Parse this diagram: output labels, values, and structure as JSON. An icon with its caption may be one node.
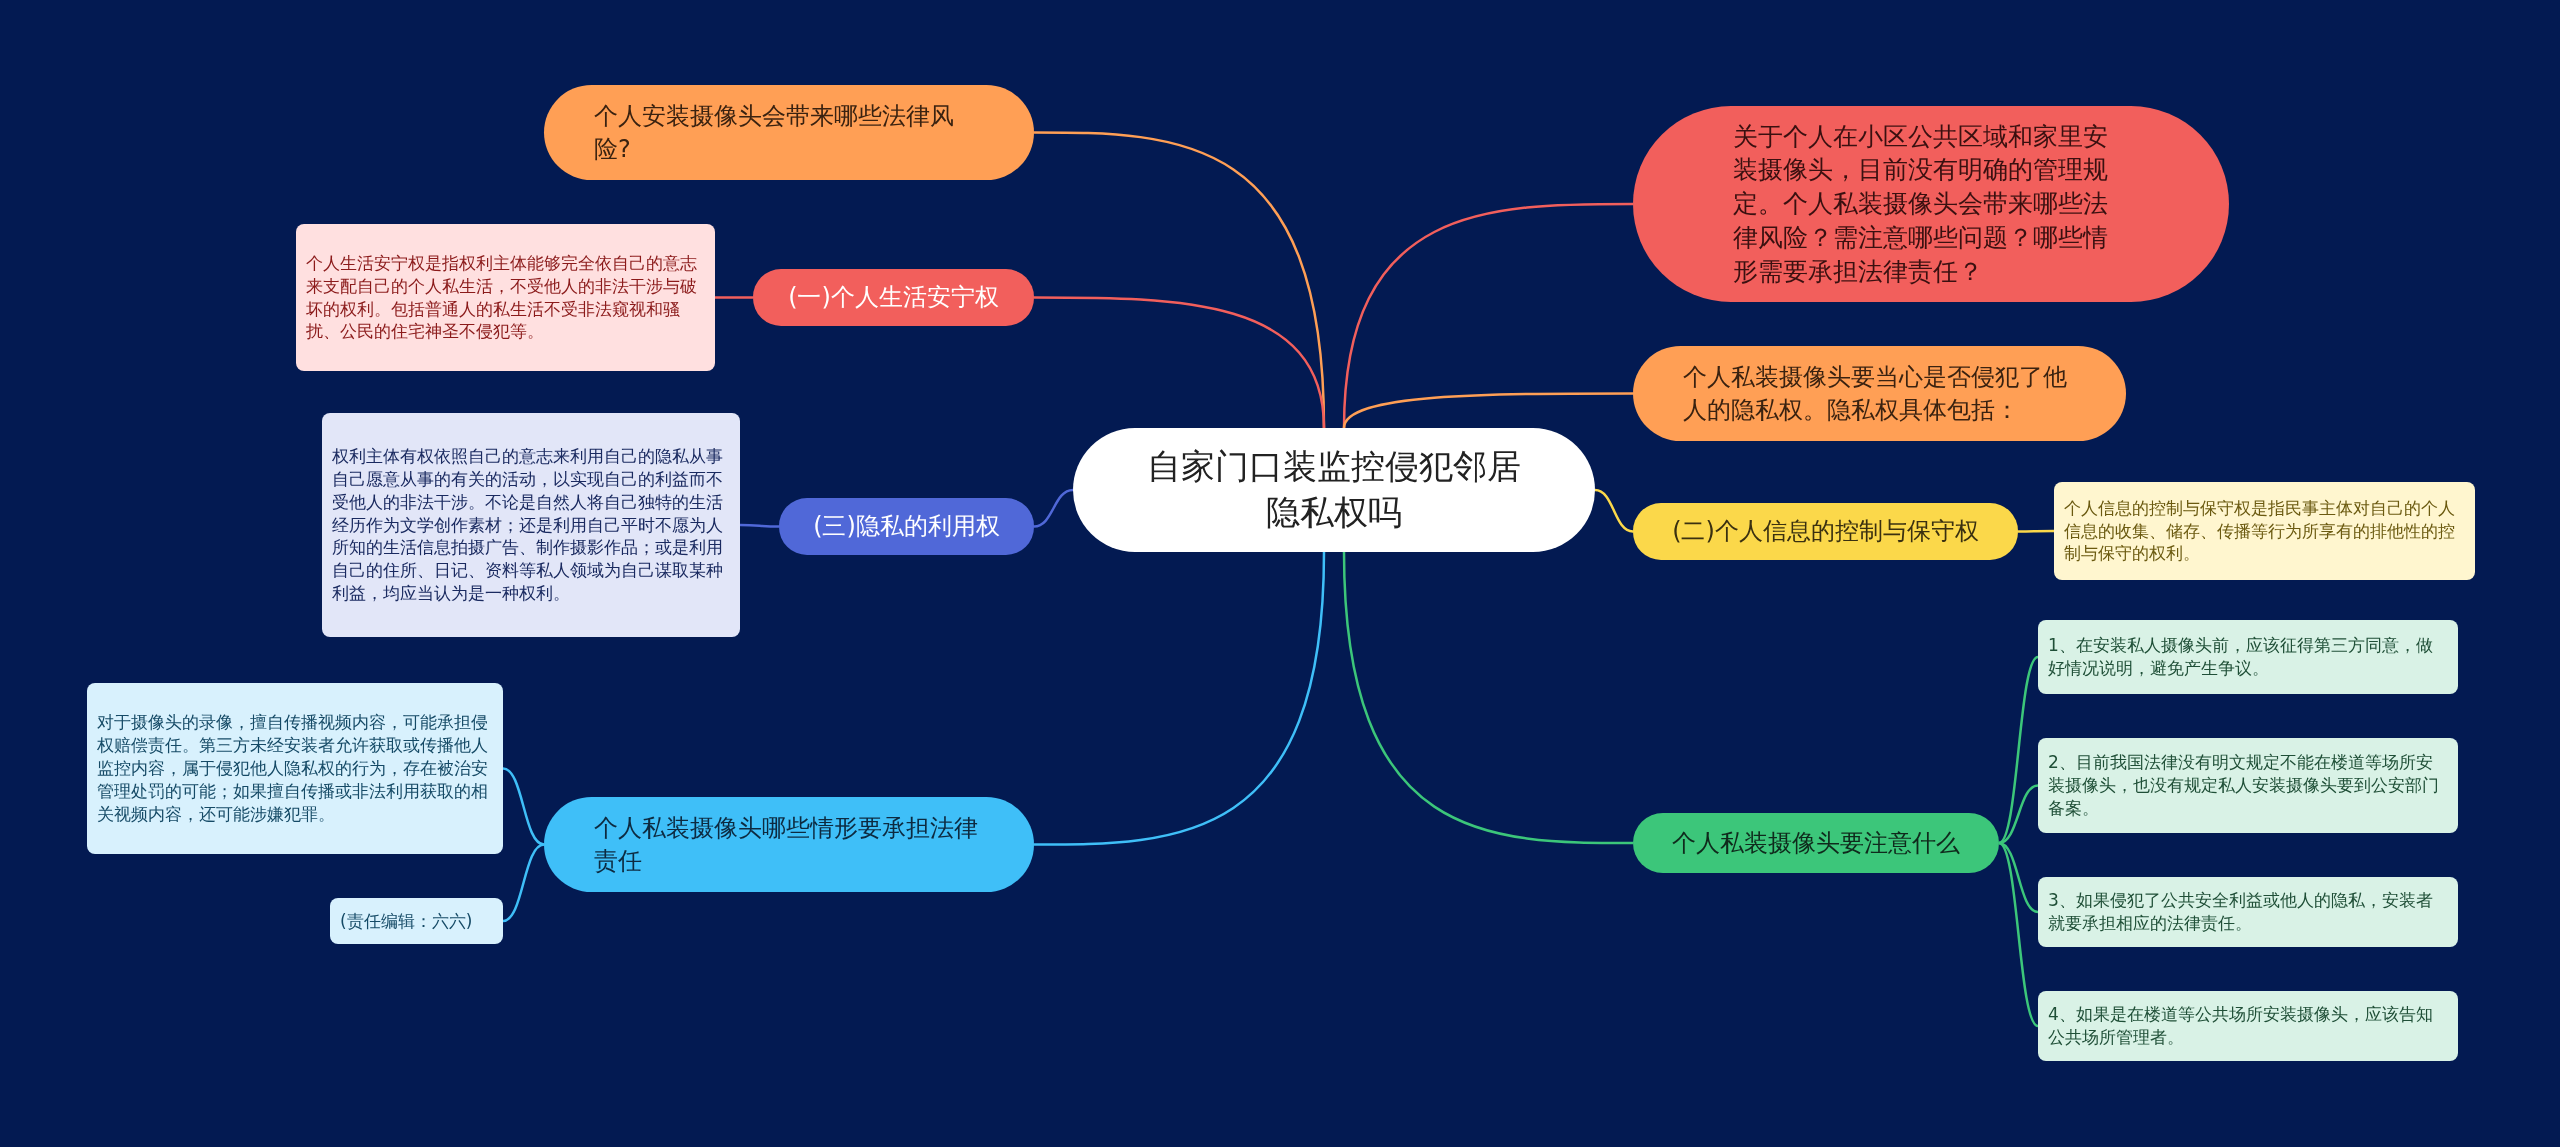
{
  "diagram": {
    "nodes": [
      {
        "text": [
          "自家门口装监控侵犯邻居隐私权吗"
        ]
      },
      {
        "text": [
          "关于个人在小区公共区域和家里安装摄像头，目前没有明确的管理规定。个人私装摄像头会带来哪些法律风险？需注意哪些问题？哪些情形需要承担法律责任？"
        ]
      },
      {
        "text": [
          "个人私装摄像头要当心是否侵犯了他人的隐私权。隐私权具体包括："
        ]
      },
      {
        "text": [
          "(二)个人信息的控制与保守权"
        ]
      },
      {
        "text": [
          "个人信息的控制与保守权是指民事主体对自己的个人信息的收集、储存、传播等行为所享有的排他性的控制与保守的权利。"
        ]
      },
      {
        "text": [
          "个人私装摄像头要注意什么"
        ]
      },
      {
        "text": [
          "1、在安装私人摄像头前，应该征得第三方同意，做好情况说明，避免产生争议。"
        ]
      },
      {
        "text": [
          "2、目前我国法律没有明文规定不能在楼道等场所安装摄像头，也没有规定私人安装摄像头要到公安部门备案。"
        ]
      },
      {
        "text": [
          "3、如果侵犯了公共安全利益或他人的隐私，安装者就要承担相应的法律责任。"
        ]
      },
      {
        "text": [
          "4、如果是在楼道等公共场所安装摄像头，应该告知公共场所管理者。"
        ]
      },
      {
        "text": [
          "个人安装摄像头会带来哪些法律风险?"
        ]
      },
      {
        "text": [
          "(一)个人生活安宁权"
        ]
      },
      {
        "text": [
          "个人生活安宁权是指权利主体能够完全依自己的意志来支配自己的个人私生活，不受他人的非法干涉与破坏的权利。包括普通人的私生活不受非法窥视和骚扰、公民的住宅神圣不侵犯等。"
        ]
      },
      {
        "text": [
          "(三)隐私的利用权"
        ]
      },
      {
        "text": [
          "权利主体有权依照自己的意志来利用自己的隐私从事自己愿意从事的有关的活动，以实现自己的利益而不受他人的非法干涉。不论是自然人将自己独特的生活经历作为文学创作素材；还是利用自己平时不愿为人所知的生活信息拍摄广告、制作摄影作品；或是利用自己的住所、日记、资料等私人领域为自己谋取某种利益，均应当认为是一种权利。"
        ]
      },
      {
        "text": [
          "个人私装摄像头哪些情形要承担法律责任"
        ]
      },
      {
        "text": [
          "对于摄像头的录像，擅自传播视频内容，可能承担侵权赔偿责任。第三方未经安装者允许获取或传播他人监控内容，属于侵犯他人隐私权的行为，存在被治安管理处罚的可能；如果擅自传播或非法利用获取的相关视频内容，还可能涉嫌犯罪。"
        ]
      },
      {
        "text": [
          "(责任编辑：六六)"
        ]
      }
    ],
    "edges": [
      {
        "from": 0,
        "to": 1,
        "arrow": "none",
        "color": "#f25f5c"
      },
      {
        "from": 0,
        "to": 2,
        "arrow": "none",
        "color": "#ff9f55"
      },
      {
        "from": 0,
        "to": 3,
        "arrow": "none",
        "color": "#fbd84a"
      },
      {
        "from": 3,
        "to": 4,
        "arrow": "none",
        "color": "#fbd84a"
      },
      {
        "from": 0,
        "to": 5,
        "arrow": "none",
        "color": "#3cc67a"
      },
      {
        "from": 5,
        "to": 6,
        "arrow": "none",
        "color": "#3cc67a"
      },
      {
        "from": 5,
        "to": 7,
        "arrow": "none",
        "color": "#3cc67a"
      },
      {
        "from": 5,
        "to": 8,
        "arrow": "none",
        "color": "#3cc67a"
      },
      {
        "from": 5,
        "to": 9,
        "arrow": "none",
        "color": "#3cc67a"
      },
      {
        "from": 0,
        "to": 10,
        "arrow": "none",
        "color": "#ff9f55"
      },
      {
        "from": 0,
        "to": 11,
        "arrow": "none",
        "color": "#f25f5c"
      },
      {
        "from": 11,
        "to": 12,
        "arrow": "none",
        "color": "#f25f5c"
      },
      {
        "from": 0,
        "to": 13,
        "arrow": "none",
        "color": "#5068d8"
      },
      {
        "from": 13,
        "to": 14,
        "arrow": "none",
        "color": "#5068d8"
      },
      {
        "from": 0,
        "to": 15,
        "arrow": "none",
        "color": "#3fbff8"
      },
      {
        "from": 15,
        "to": 16,
        "arrow": "none",
        "color": "#3fbff8"
      },
      {
        "from": 15,
        "to": 17,
        "arrow": "none",
        "color": "#3fbff8"
      }
    ]
  }
}
